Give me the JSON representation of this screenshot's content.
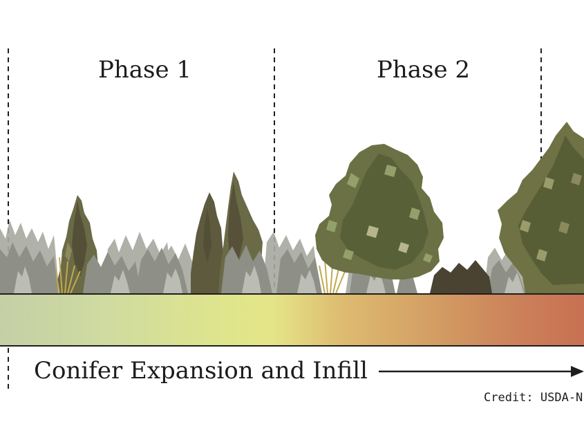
{
  "diagram": {
    "phases": [
      {
        "label": "Phase 1"
      },
      {
        "label": "Phase 2"
      }
    ],
    "caption": "Conifer Expansion and Infill",
    "credit": "Credit: USDA-N",
    "colors": {
      "sagebrush": "#9ea096",
      "sagebrush_dark": "#8a8c82",
      "juniper_dark": "#4f4a33",
      "juniper_mid": "#6b6a47",
      "juniper_light": "#8a8a5e",
      "broadleaf_dark": "#5b6a3c",
      "broadleaf_light": "#94a06c",
      "grass": "#c3a94d",
      "gradient_start": "#c4cfa6",
      "gradient_mid": "#e5e588",
      "gradient_end": "#c76e52",
      "line": "#1e1e1e"
    }
  }
}
